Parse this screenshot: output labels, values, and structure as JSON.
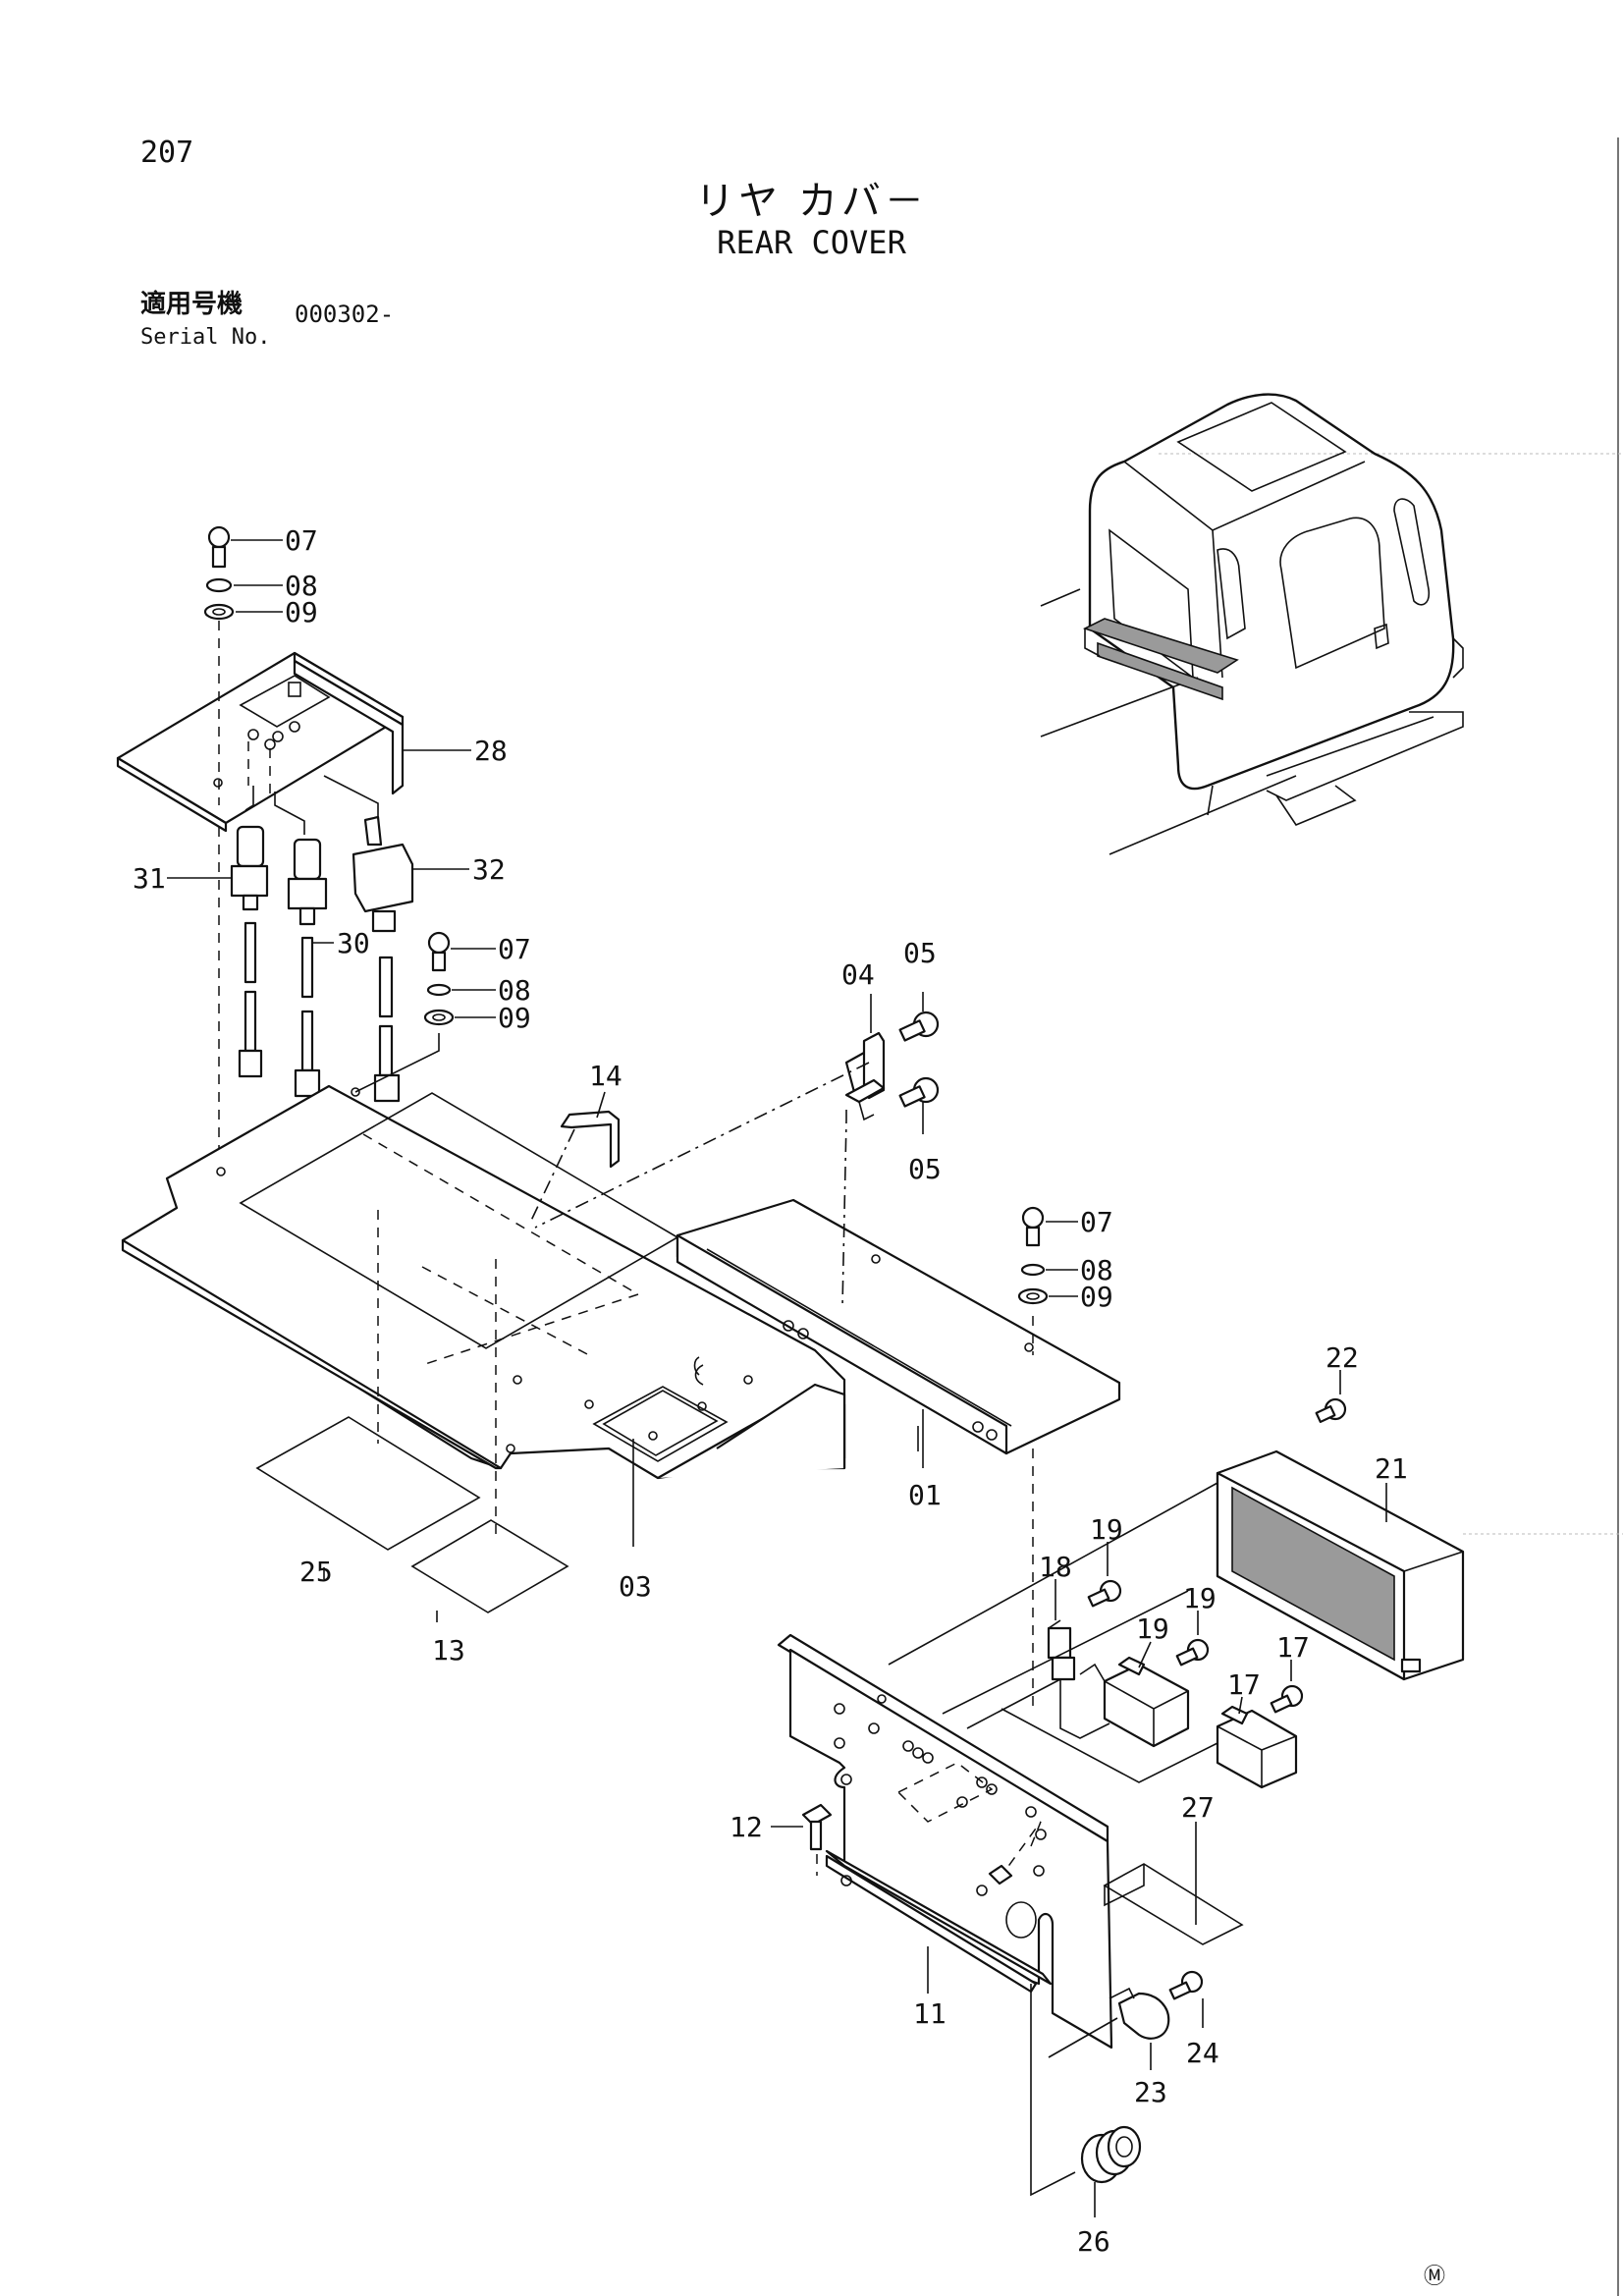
{
  "page": {
    "number": "207",
    "title_jp": "リヤ カバ－",
    "title_en": "REAR COVER",
    "serial_label_jp": "適用号機",
    "serial_label_en": "Serial No.",
    "serial_value": "000302-",
    "footer_mark": "Ⓜ"
  },
  "callouts": [
    {
      "id": "c07a",
      "text": "07"
    },
    {
      "id": "c08a",
      "text": "08"
    },
    {
      "id": "c09a",
      "text": "09"
    },
    {
      "id": "c28",
      "text": "28"
    },
    {
      "id": "c31",
      "text": "31"
    },
    {
      "id": "c32",
      "text": "32"
    },
    {
      "id": "c30",
      "text": "30"
    },
    {
      "id": "c07b",
      "text": "07"
    },
    {
      "id": "c08b",
      "text": "08"
    },
    {
      "id": "c09b",
      "text": "09"
    },
    {
      "id": "c04",
      "text": "04"
    },
    {
      "id": "c05a",
      "text": "05"
    },
    {
      "id": "c05b",
      "text": "05"
    },
    {
      "id": "c14",
      "text": "14"
    },
    {
      "id": "c07c",
      "text": "07"
    },
    {
      "id": "c08c",
      "text": "08"
    },
    {
      "id": "c09c",
      "text": "09"
    },
    {
      "id": "c01",
      "text": "01"
    },
    {
      "id": "c03",
      "text": "03"
    },
    {
      "id": "c25",
      "text": "25"
    },
    {
      "id": "c13",
      "text": "13"
    },
    {
      "id": "c22",
      "text": "22"
    },
    {
      "id": "c21",
      "text": "21"
    },
    {
      "id": "c18",
      "text": "18"
    },
    {
      "id": "c19a",
      "text": "19"
    },
    {
      "id": "c19b",
      "text": "19"
    },
    {
      "id": "c19c",
      "text": "19"
    },
    {
      "id": "c17a",
      "text": "17"
    },
    {
      "id": "c17b",
      "text": "17"
    },
    {
      "id": "c27",
      "text": "27"
    },
    {
      "id": "c12",
      "text": "12"
    },
    {
      "id": "c11",
      "text": "11"
    },
    {
      "id": "c23",
      "text": "23"
    },
    {
      "id": "c24",
      "text": "24"
    },
    {
      "id": "c26",
      "text": "26"
    }
  ]
}
